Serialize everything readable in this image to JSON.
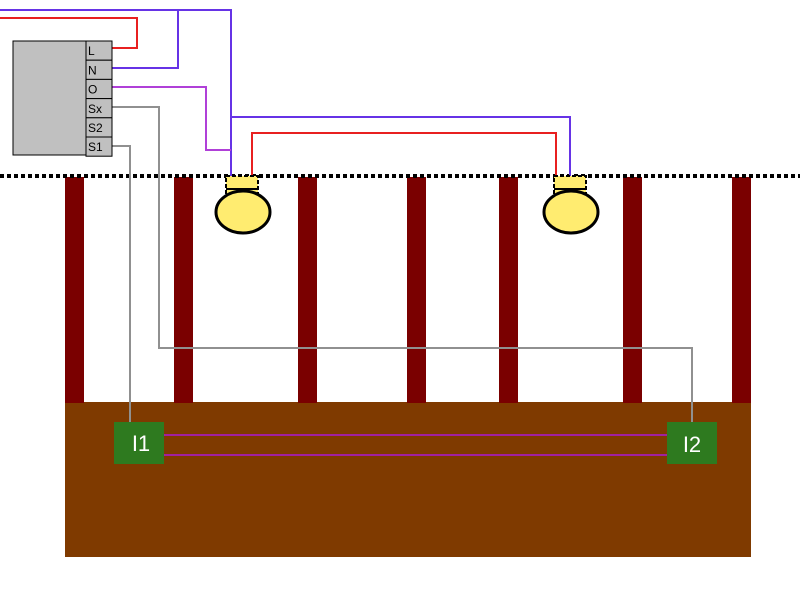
{
  "module": {
    "terminals": [
      {
        "key": "l",
        "label": "L"
      },
      {
        "key": "n",
        "label": "N"
      },
      {
        "key": "o",
        "label": "O"
      },
      {
        "key": "sx",
        "label": "Sx"
      },
      {
        "key": "s2",
        "label": "S2"
      },
      {
        "key": "s1",
        "label": "S1"
      }
    ]
  },
  "inputs": {
    "i1": "I1",
    "i2": "I2"
  },
  "lamps": [
    {
      "key": "left"
    },
    {
      "key": "right"
    }
  ],
  "colors": {
    "module_body": "#c0c0c0",
    "wire_live": "#e82020",
    "wire_neutral": "#6633e6",
    "wire_output": "#b040d8",
    "wire_switch": "#909090",
    "input_link": "#a020a0",
    "post": "#7a0000",
    "floor": "#7f3a00",
    "input_box": "#2e7a1f",
    "lamp_fill": "#ffec70",
    "ceiling_line": "#000000"
  }
}
